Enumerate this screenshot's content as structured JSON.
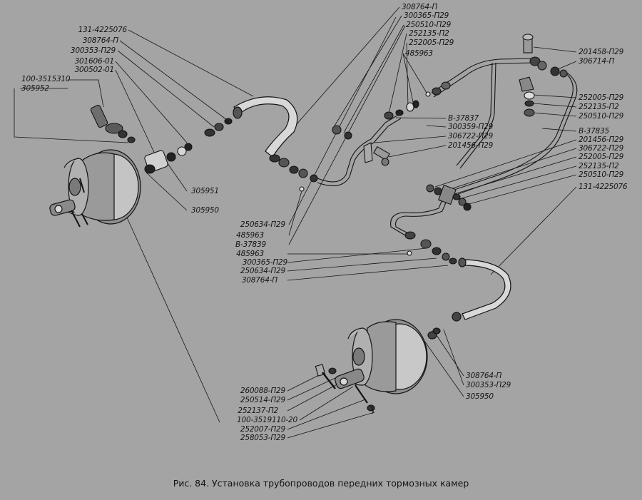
{
  "figure": {
    "caption": "Рис. 84. Установка трубопроводов передних тормозных камер"
  },
  "left_labels": {
    "l1": "131-4225076",
    "l2": "308764-П",
    "l3": "300353-П29",
    "l4": "301606-01",
    "l5": "300502-01",
    "l6": "100-3515310",
    "l7": "305952",
    "l8": "305951",
    "l9": "305950"
  },
  "center_labels": {
    "c1": "250634-П29",
    "c2": "485963",
    "c3": "В-37839",
    "c4": "485963",
    "c5": "300365-П29",
    "c6": "250634-П29",
    "c7": "308764-П"
  },
  "top_labels": {
    "t1": "308764-П",
    "t2": "300365-П29",
    "t3": "250510-П29",
    "t4": "252135-П2",
    "t5": "252005-П29",
    "t6": "485963"
  },
  "mid_labels": {
    "m1": "В-37837",
    "m2": "300359-П29",
    "m3": "306722-П29",
    "m4": "201456-П29"
  },
  "right_labels": {
    "r1": "201458-П29",
    "r2": "306714-П",
    "r3": "252005-П29",
    "r4": "252135-П2",
    "r5": "250510-П29",
    "r6": "В-37835",
    "r7": "201456-П29",
    "r8": "306722-П29",
    "r9": "252005-П29",
    "r10": "252135-П2",
    "r11": "250510-П29",
    "r12": "131-4225076"
  },
  "lower_right_labels": {
    "q1": "308764-П",
    "q2": "300353-П29",
    "q3": "305950"
  },
  "bottom_labels": {
    "b1": "260088-П29",
    "b2": "250514-П29",
    "b3": "252137-П2",
    "b4": "100-3519110-20",
    "b5": "252007-П29",
    "b6": "258053-П29"
  }
}
